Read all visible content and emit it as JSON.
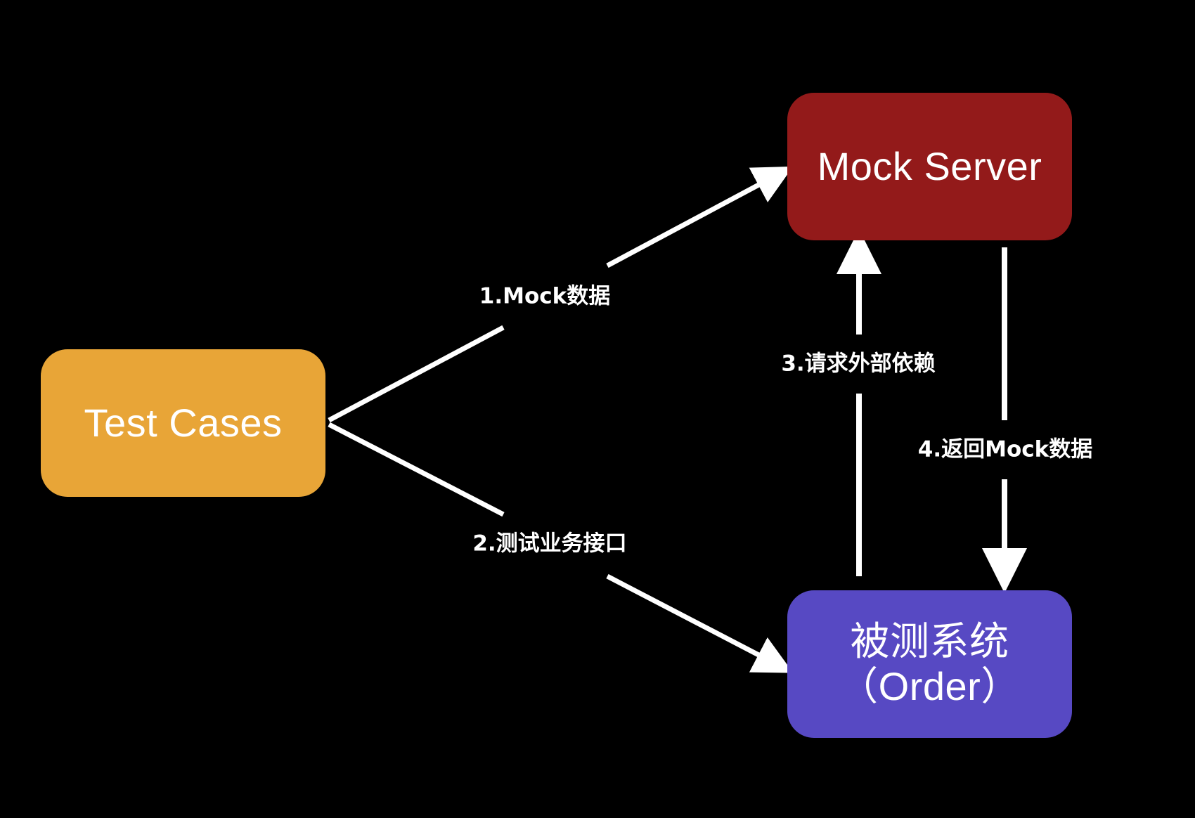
{
  "nodes": {
    "test_cases": {
      "label": "Test Cases",
      "color": "#E8A537"
    },
    "mock_server": {
      "label": "Mock Server",
      "color": "#931A1A"
    },
    "system_under_test": {
      "label_line1": "被测系统",
      "label_line2": "（Order）",
      "color": "#5749C3"
    }
  },
  "edges": {
    "edge1": {
      "label": "1.Mock数据"
    },
    "edge2": {
      "label": "2.测试业务接口"
    },
    "edge3": {
      "label": "3.请求外部依赖"
    },
    "edge4": {
      "label": "4.返回Mock数据"
    }
  },
  "colors": {
    "background": "#000000",
    "arrow": "#FFFFFF"
  }
}
